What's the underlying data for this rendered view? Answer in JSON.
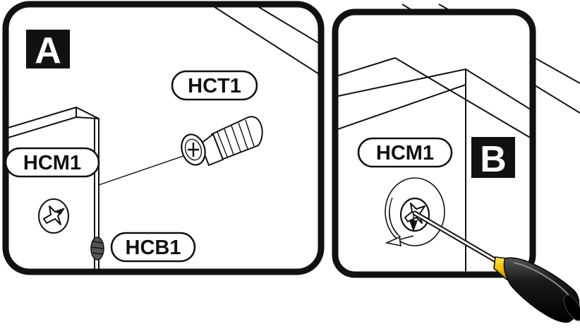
{
  "panels": [
    {
      "id": "A",
      "badge": "A",
      "labels": [
        "HCT1",
        "HCM1",
        "HCB1"
      ]
    },
    {
      "id": "B",
      "badge": "B",
      "labels": [
        "HCM1"
      ]
    }
  ],
  "colors": {
    "ink": "#111111",
    "background": "#ffffff",
    "screwdriver_handle": "#f2c200",
    "screwdriver_grip": "#1a1a1a"
  }
}
